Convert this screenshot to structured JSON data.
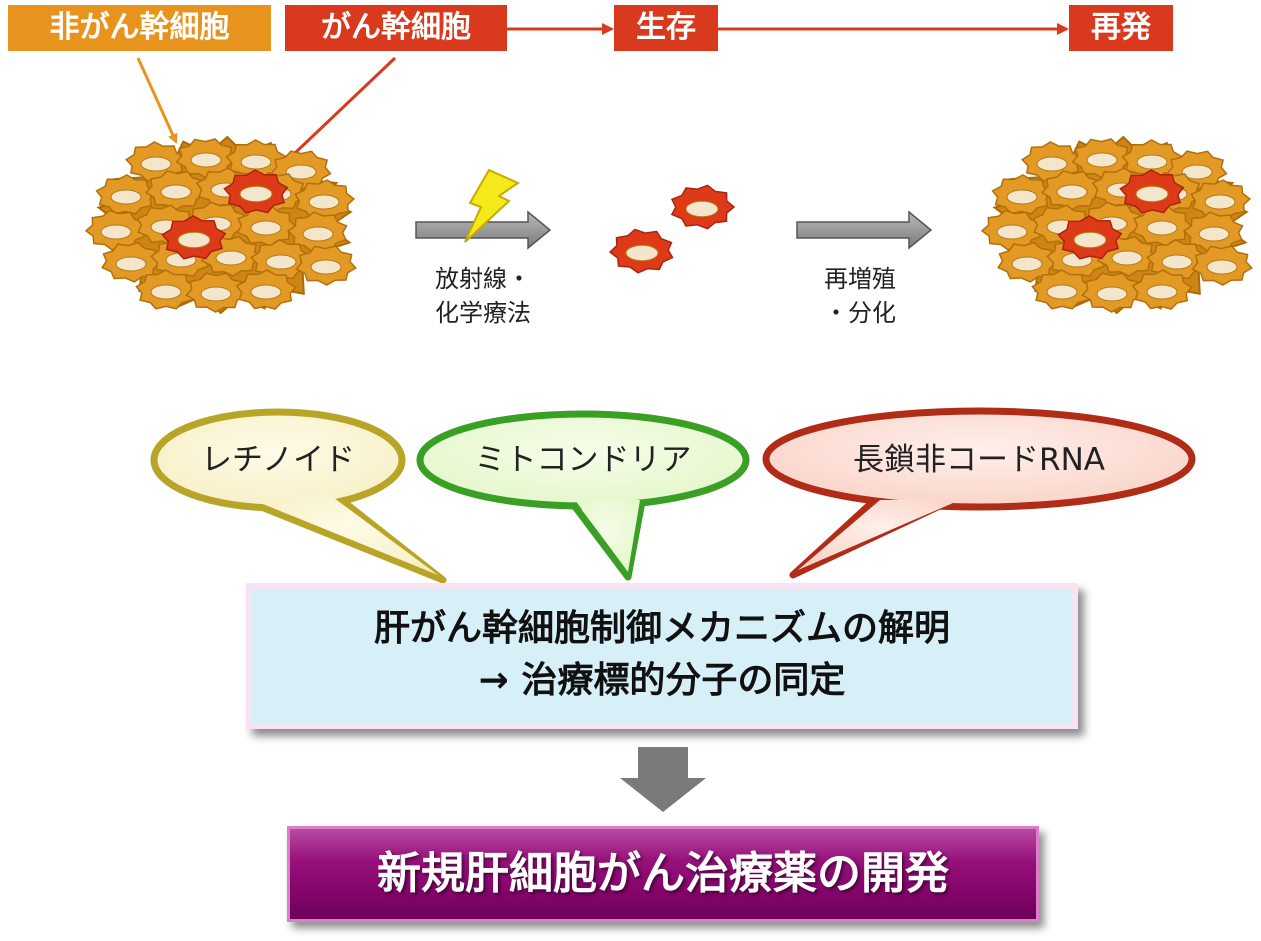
{
  "top_labels": {
    "non_cancer_stem": "非がん幹細胞",
    "cancer_stem": "がん幹細胞",
    "survival": "生存",
    "relapse": "再発"
  },
  "arrows": {
    "therapy_line1": "放射線・",
    "therapy_line2": "化学療法",
    "regrowth_line1": "再増殖",
    "regrowth_line2": "・分化"
  },
  "bubbles": {
    "retinoid": "レチノイド",
    "mitochondria": "ミトコンドリア",
    "lncrna": "長鎖非コードRNA"
  },
  "mechanism": {
    "line1": "肝がん幹細胞制御メカニズムの解明",
    "line2": "→ 治療標的分子の同定"
  },
  "result": "新規肝細胞がん治療薬の開発",
  "colors": {
    "orange_label": "#e8931e",
    "red_label": "#d9391c",
    "cell_orange": "#e29a24",
    "cell_red": "#de3a18",
    "bubble_yellow": "#b8a426",
    "bubble_green": "#3aa025",
    "bubble_red": "#b02c16"
  }
}
